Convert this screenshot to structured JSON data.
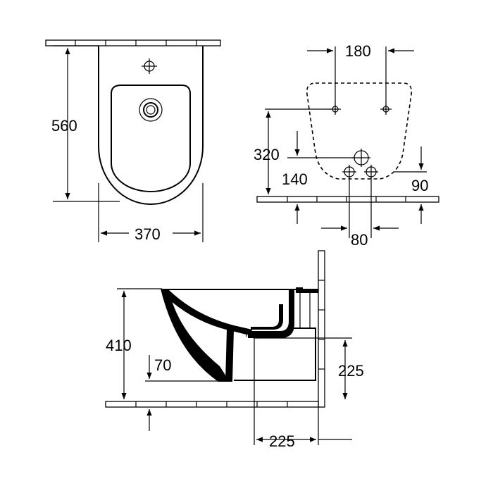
{
  "drawing": {
    "top_view": {
      "length_label": "560",
      "width_label": "370"
    },
    "wall_view": {
      "fixing_spacing_label": "180",
      "fixing_height_label": "320",
      "inlet_height_label": "140",
      "outlet_height_label": "90",
      "outlet_spacing_label": "80"
    },
    "side_view": {
      "height_label": "410",
      "floor_clearance_label": "70",
      "outlet_height_label": "225",
      "outlet_depth_label": "225"
    }
  }
}
